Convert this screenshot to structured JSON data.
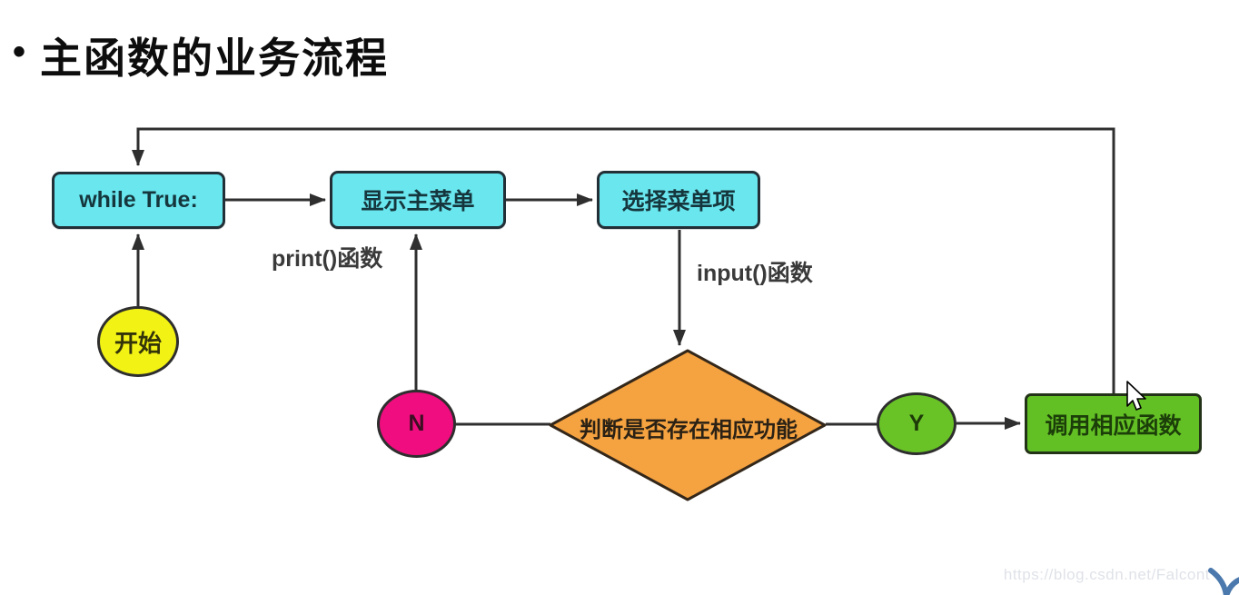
{
  "title": {
    "bullet": "•",
    "text": "主函数的业务流程"
  },
  "flowchart": {
    "nodes": {
      "while_true": {
        "label": "while True:"
      },
      "display_menu": {
        "label": "显示主菜单"
      },
      "select_menu": {
        "label": "选择菜单项"
      },
      "start": {
        "label": "开始"
      },
      "no": {
        "label": "N"
      },
      "decision": {
        "label": "判断是否存在相应功能"
      },
      "yes": {
        "label": "Y"
      },
      "call_function": {
        "label": "调用相应函数"
      }
    },
    "edge_labels": {
      "print_fn": "print()函数",
      "input_fn": "input()函数"
    },
    "colors": {
      "process_fill": "#69e6ee",
      "start_fill": "#f2f215",
      "no_fill": "#f00d7f",
      "decision_fill": "#f5a240",
      "yes_fill": "#69c327",
      "action_fill": "#63c024",
      "line": "#2f2f2f"
    }
  },
  "watermark": "https://blog.csdn.net/Falcont"
}
